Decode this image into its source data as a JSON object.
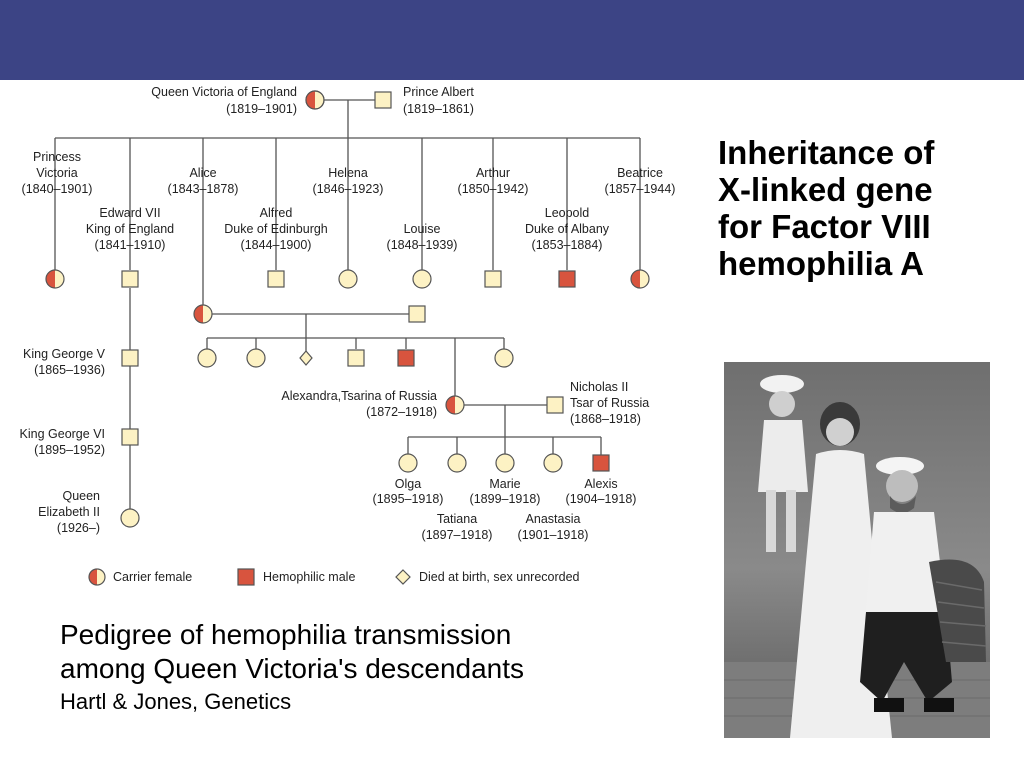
{
  "colors": {
    "banner": "#3c4485",
    "affected_fill": "#d8543e",
    "unaffected_fill": "#fdf2c4",
    "line": "#555555"
  },
  "headline": {
    "lines": [
      "Inheritance of",
      "X-linked gene",
      "for  Factor VIII",
      "hemophilia A"
    ]
  },
  "caption": {
    "lines": [
      "Pedigree of hemophilia transmission",
      "among Queen Victoria's descendants"
    ],
    "source": "Hartl & Jones, Genetics"
  },
  "pedigree": {
    "victoria": {
      "name": "Queen Victoria of England",
      "years": "(1819–1901)"
    },
    "albert": {
      "name": "Prince Albert",
      "years": "(1819–1861)"
    },
    "children": [
      {
        "lines": [
          "Princess",
          "Victoria",
          "(1840–1901)"
        ]
      },
      {
        "lines": [
          "Edward VII",
          "King of England",
          "(1841–1910)"
        ]
      },
      {
        "lines": [
          "Alice",
          "(1843–1878)"
        ]
      },
      {
        "lines": [
          "Alfred",
          "Duke of Edinburgh",
          "(1844–1900)"
        ]
      },
      {
        "lines": [
          "Helena",
          "(1846–1923)"
        ]
      },
      {
        "lines": [
          "Louise",
          "(1848–1939)"
        ]
      },
      {
        "lines": [
          "Arthur",
          "(1850–1942)"
        ]
      },
      {
        "lines": [
          "Leopold",
          "Duke of Albany",
          "(1853–1884)"
        ]
      },
      {
        "lines": [
          "Beatrice",
          "(1857–1944)"
        ]
      }
    ],
    "george_v": {
      "lines": [
        "King George V",
        "(1865–1936)"
      ]
    },
    "george_vi": {
      "lines": [
        "King George VI",
        "(1895–1952)"
      ]
    },
    "elizabeth": {
      "lines": [
        "Queen",
        "Elizabeth II",
        "(1926–)"
      ]
    },
    "alexandra": {
      "lines": [
        "Alexandra,Tsarina of Russia",
        "(1872–1918)"
      ]
    },
    "nicholas": {
      "lines": [
        "Nicholas II",
        "Tsar of Russia",
        "(1868–1918)"
      ]
    },
    "tsar_children": [
      {
        "lines": [
          "Olga",
          "(1895–1918)"
        ]
      },
      {
        "lines": [
          "Tatiana",
          "(1897–1918)"
        ]
      },
      {
        "lines": [
          "Marie",
          "(1899–1918)"
        ]
      },
      {
        "lines": [
          "Anastasia",
          "(1901–1918)"
        ]
      },
      {
        "lines": [
          "Alexis",
          "(1904–1918)"
        ]
      }
    ],
    "legend": {
      "carrier": "Carrier female",
      "hemophilic": "Hemophilic male",
      "died": "Died at birth, sex unrecorded"
    }
  }
}
